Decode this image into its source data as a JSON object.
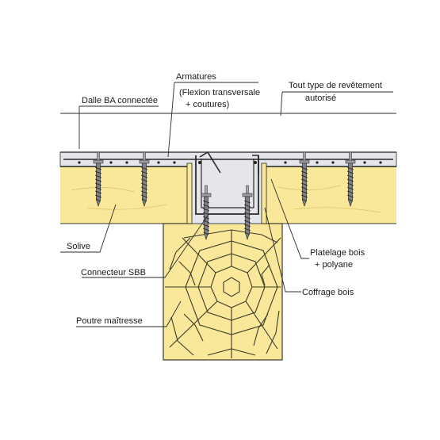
{
  "labels": {
    "armatures": "Armatures",
    "armatures_detail_1": "(Flexion transversale",
    "armatures_detail_2": "+ coutures)",
    "revetement_1": "Tout type de revêtement",
    "revetement_2": "autorisé",
    "dalle": "Dalle BA connectée",
    "solive": "Solive",
    "connecteur": "Connecteur SBB",
    "poutre": "Poutre maîtresse",
    "platelage_1": "Platelage bois",
    "platelage_2": "+ polyane",
    "coffrage": "Coffrage bois"
  },
  "colors": {
    "timber": "#fae89a",
    "timber_line": "#3a3a2a",
    "concrete": "#e4e6ea",
    "concrete_line": "#6d7078",
    "screw": "#8a8c90",
    "text": "#1a1a1a"
  }
}
